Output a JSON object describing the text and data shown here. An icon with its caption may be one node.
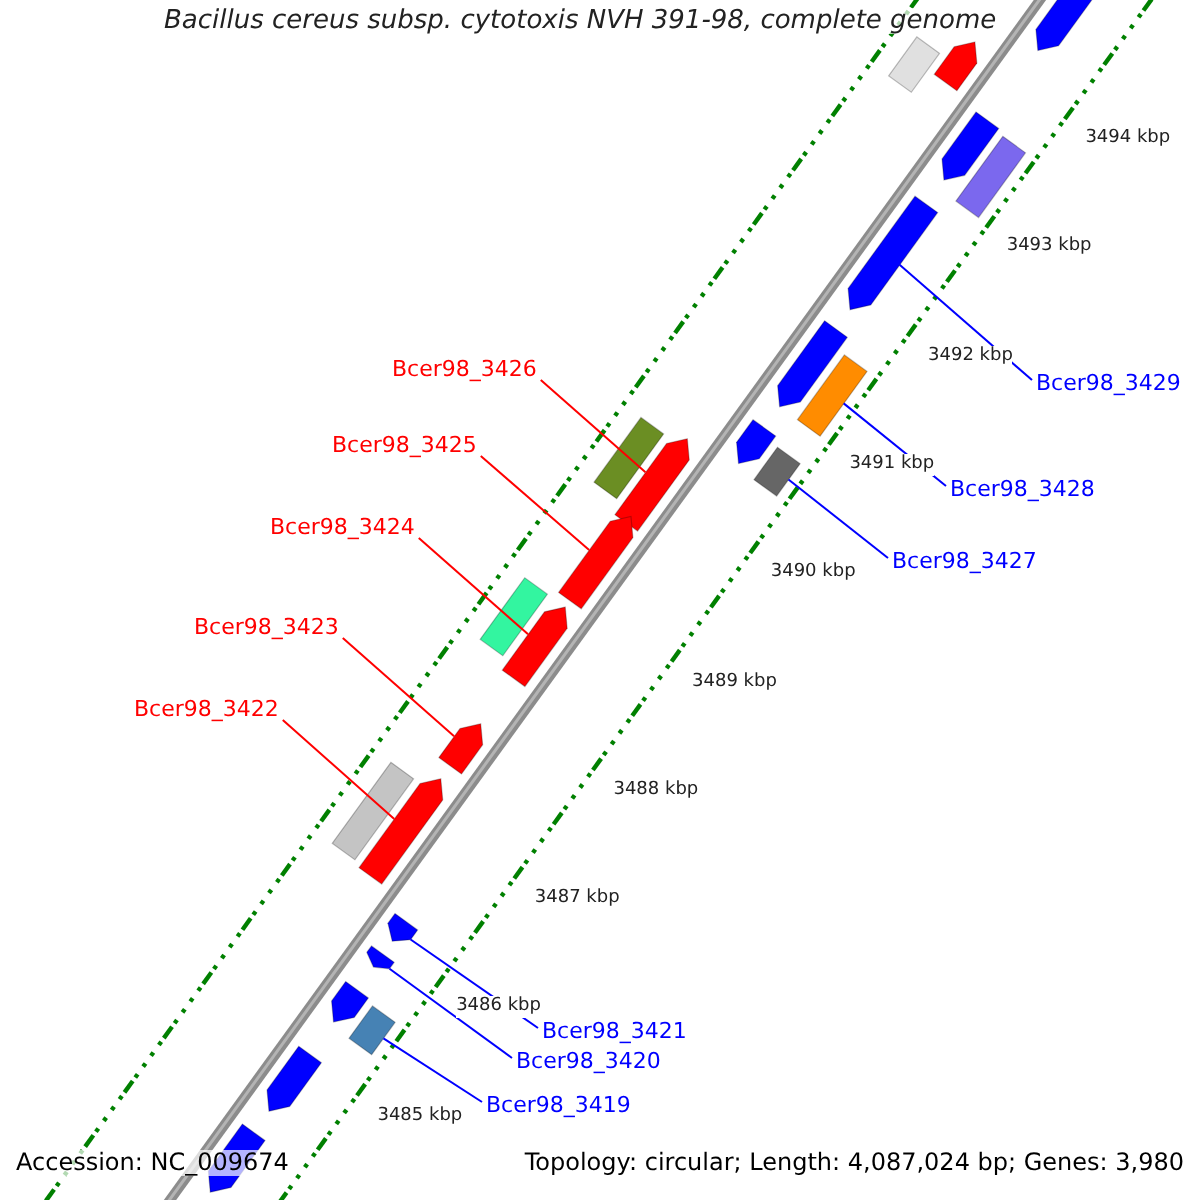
{
  "diagram": {
    "title": "Bacillus cereus subsp. cytotoxis NVH 391-98, complete genome",
    "nodes": [
      {
        "text": [
          "Bcer98_3426"
        ]
      },
      {
        "text": [
          "Bcer98_3425"
        ]
      },
      {
        "text": [
          "Bcer98_3424"
        ]
      },
      {
        "text": [
          "Bcer98_3423"
        ]
      },
      {
        "text": [
          "Bcer98_3422"
        ]
      },
      {
        "text": [
          "Bcer98_3429"
        ]
      },
      {
        "text": [
          "Bcer98_3428"
        ]
      },
      {
        "text": [
          "Bcer98_3427"
        ]
      },
      {
        "text": [
          "Bcer98_3421"
        ]
      },
      {
        "text": [
          "Bcer98_3420"
        ]
      },
      {
        "text": [
          "Bcer98_3419"
        ]
      },
      {
        "text": [],
        "shape": "arrow"
      },
      {
        "text": [],
        "shape": "arrow"
      },
      {
        "text": [],
        "shape": "arrow"
      },
      {
        "text": [],
        "shape": "arrow"
      },
      {
        "text": [],
        "shape": "arrow"
      },
      {
        "text": [],
        "shape": "arrow"
      },
      {
        "text": [],
        "shape": "box"
      },
      {
        "text": [],
        "shape": "box"
      },
      {
        "text": [],
        "shape": "arrow"
      },
      {
        "text": [],
        "shape": "arrow"
      },
      {
        "text": [],
        "shape": "box"
      },
      {
        "text": [],
        "shape": "arrow"
      },
      {
        "text": [],
        "shape": "box"
      },
      {
        "text": [],
        "shape": "arrow"
      },
      {
        "text": [],
        "shape": "arrow"
      },
      {
        "text": [],
        "shape": "box"
      },
      {
        "text": [],
        "shape": "arrow"
      },
      {
        "text": [],
        "shape": "arrow"
      },
      {
        "text": [],
        "shape": "box"
      },
      {
        "text": [],
        "shape": "box"
      },
      {
        "text": [],
        "shape": "box"
      },
      {
        "text": [],
        "shape": "arrow"
      },
      {
        "text": [],
        "shape": "arrow"
      },
      {
        "text": [],
        "shape": "arrow"
      }
    ],
    "edges": [
      {
        "from": 0,
        "to": 11,
        "arrow": "none",
        "color": "#ff0000"
      },
      {
        "from": 1,
        "to": 12,
        "arrow": "none",
        "color": "#ff0000"
      },
      {
        "from": 2,
        "to": 13,
        "arrow": "none",
        "color": "#ff0000"
      },
      {
        "from": 3,
        "to": 14,
        "arrow": "none",
        "color": "#ff0000"
      },
      {
        "from": 4,
        "to": 15,
        "arrow": "none",
        "color": "#ff0000"
      },
      {
        "from": 5,
        "to": 16,
        "arrow": "none"
      },
      {
        "from": 6,
        "to": 17,
        "arrow": "none"
      },
      {
        "from": 7,
        "to": 18,
        "arrow": "none"
      },
      {
        "from": 8,
        "to": 19,
        "arrow": "none"
      },
      {
        "from": 9,
        "to": 20,
        "arrow": "none"
      },
      {
        "from": 10,
        "to": 21,
        "arrow": "none"
      }
    ],
    "labels": [
      "3494 kbp",
      "3493 kbp",
      "3492 kbp",
      "3491 kbp",
      "3490 kbp",
      "3489 kbp",
      "3488 kbp",
      "3487 kbp",
      "3486 kbp",
      "3485 kbp",
      "Accession: NC_009674",
      "Topology: circular; Length: 4,087,024 bp; Genes: 3,980"
    ]
  }
}
